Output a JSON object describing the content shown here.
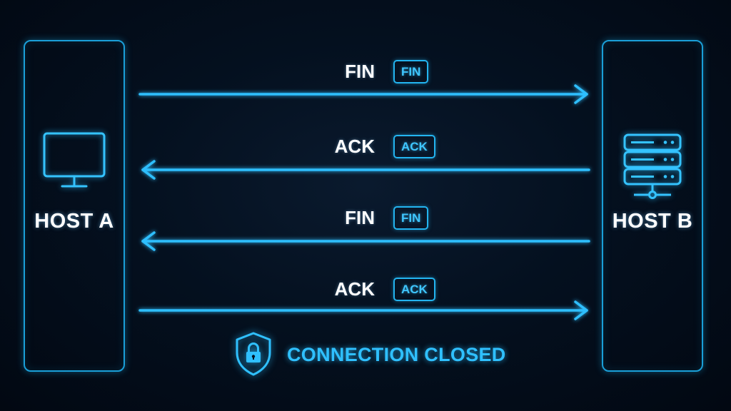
{
  "hosts": {
    "a": {
      "label": "HOST A",
      "icon": "monitor-icon"
    },
    "b": {
      "label": "HOST B",
      "icon": "server-icon"
    }
  },
  "messages": [
    {
      "label": "FIN",
      "tag": "FIN",
      "direction": "A-to-B"
    },
    {
      "label": "ACK",
      "tag": "ACK",
      "direction": "B-to-A"
    },
    {
      "label": "FIN",
      "tag": "FIN",
      "direction": "B-to-A"
    },
    {
      "label": "ACK",
      "tag": "ACK",
      "direction": "A-to-B"
    }
  ],
  "status": {
    "text": "CONNECTION CLOSED",
    "icon": "lock-shield-icon"
  },
  "colors": {
    "background": "#020812",
    "accent": "#2fc0ff",
    "panel_border": "#1a9fd8",
    "text": "#ffffff"
  }
}
